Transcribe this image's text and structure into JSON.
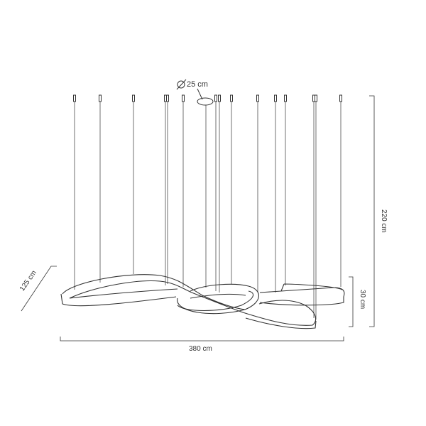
{
  "dimensions": {
    "canopy_diameter": "25 cm",
    "height_total": "220 cm",
    "ring_height": "30 cm",
    "width": "380 cm",
    "depth": "125 cm"
  },
  "colors": {
    "line": "#333333",
    "background": "#ffffff"
  }
}
